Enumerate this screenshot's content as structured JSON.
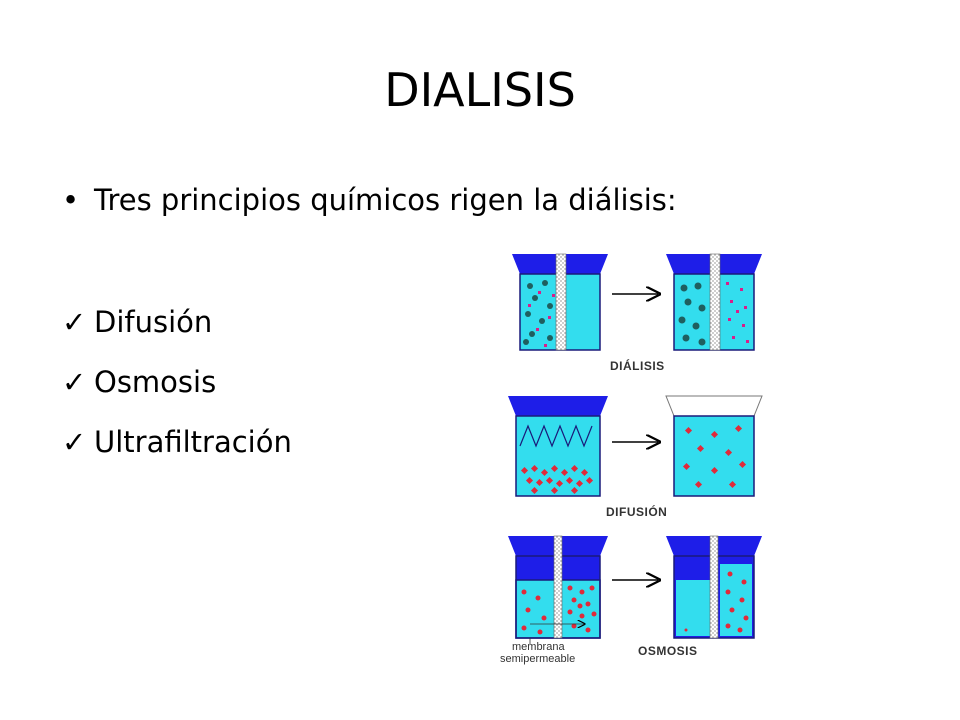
{
  "slide": {
    "title": "DIALISIS",
    "bullet": {
      "symbol": "•",
      "text": "Tres principios químicos rigen la diálisis:"
    },
    "checklist": [
      {
        "mark": "✓",
        "label": "Difusión"
      },
      {
        "mark": "✓",
        "label": "Osmosis"
      },
      {
        "mark": "✓",
        "label": "Ultrafiltración"
      }
    ]
  },
  "figure": {
    "labels": {
      "dialisis": "DIÁLISIS",
      "difusion": "DIFUSIÓN",
      "osmosis": "OSMOSIS",
      "membrana_line1": "membrana",
      "membrana_line2": "semipermeable"
    },
    "colors": {
      "water": "#33DDEE",
      "rim": "#1E1EE8",
      "outline": "#1A1A7A",
      "solute_dark": "#1F5F5F",
      "solute_red": "#E02A3A",
      "solute_pink": "#D81E8A",
      "arrow": "#000000"
    }
  }
}
